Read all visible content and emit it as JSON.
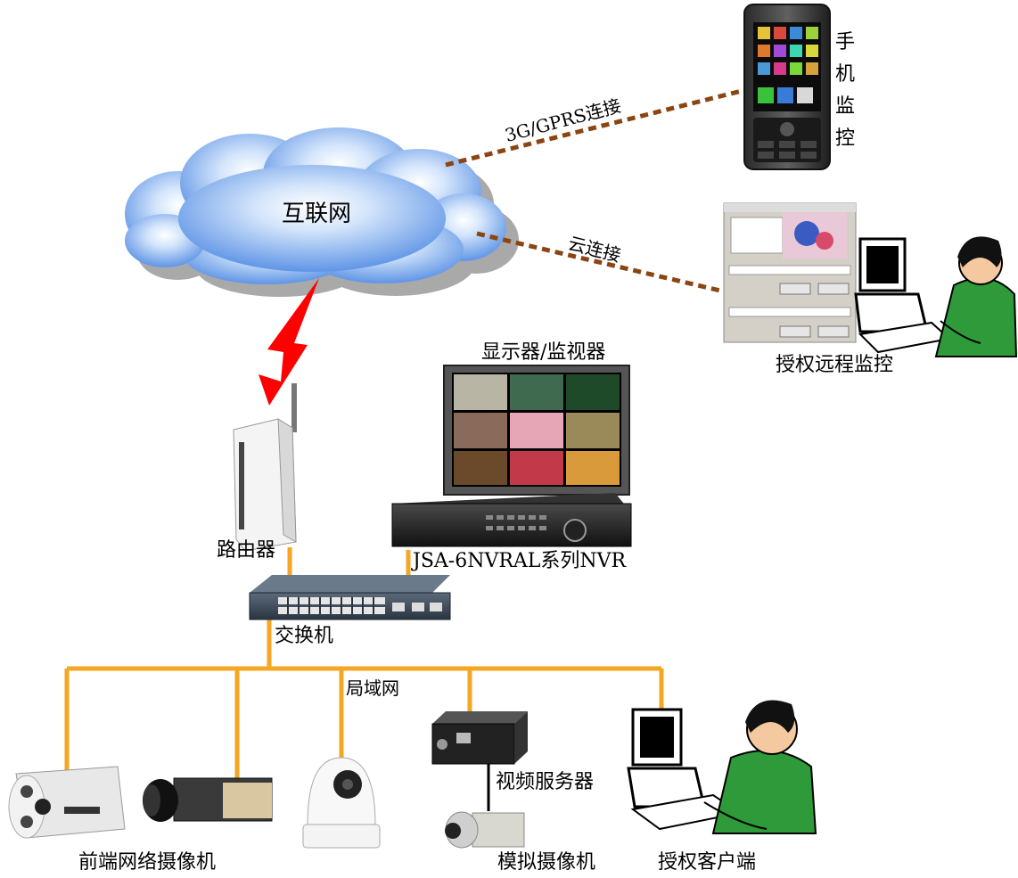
{
  "labels": {
    "internet": "互联网",
    "gprs_link": "3G/GPRS连接",
    "cloud_link": "云连接",
    "mobile_monitor": "手机监控",
    "remote_monitor": "授权远程监控",
    "display_monitor": "显示器/监视器",
    "router": "路由器",
    "nvr": "JSA-6NVRAL系列NVR",
    "switch": "交换机",
    "lan": "局域网",
    "video_server": "视频服务器",
    "front_ip_camera": "前端网络摄像机",
    "analog_camera": "模拟摄像机",
    "authorized_client": "授权客户端"
  },
  "colors": {
    "cloud": "#6fa3ea",
    "cloud_shadow": "#a7a7a7",
    "dashed_link": "#8b4513",
    "lightning": "#ff0000",
    "lan_line": "#f5a623",
    "switch_body": "#3a4a5c",
    "monitor_frame": "#444444"
  }
}
